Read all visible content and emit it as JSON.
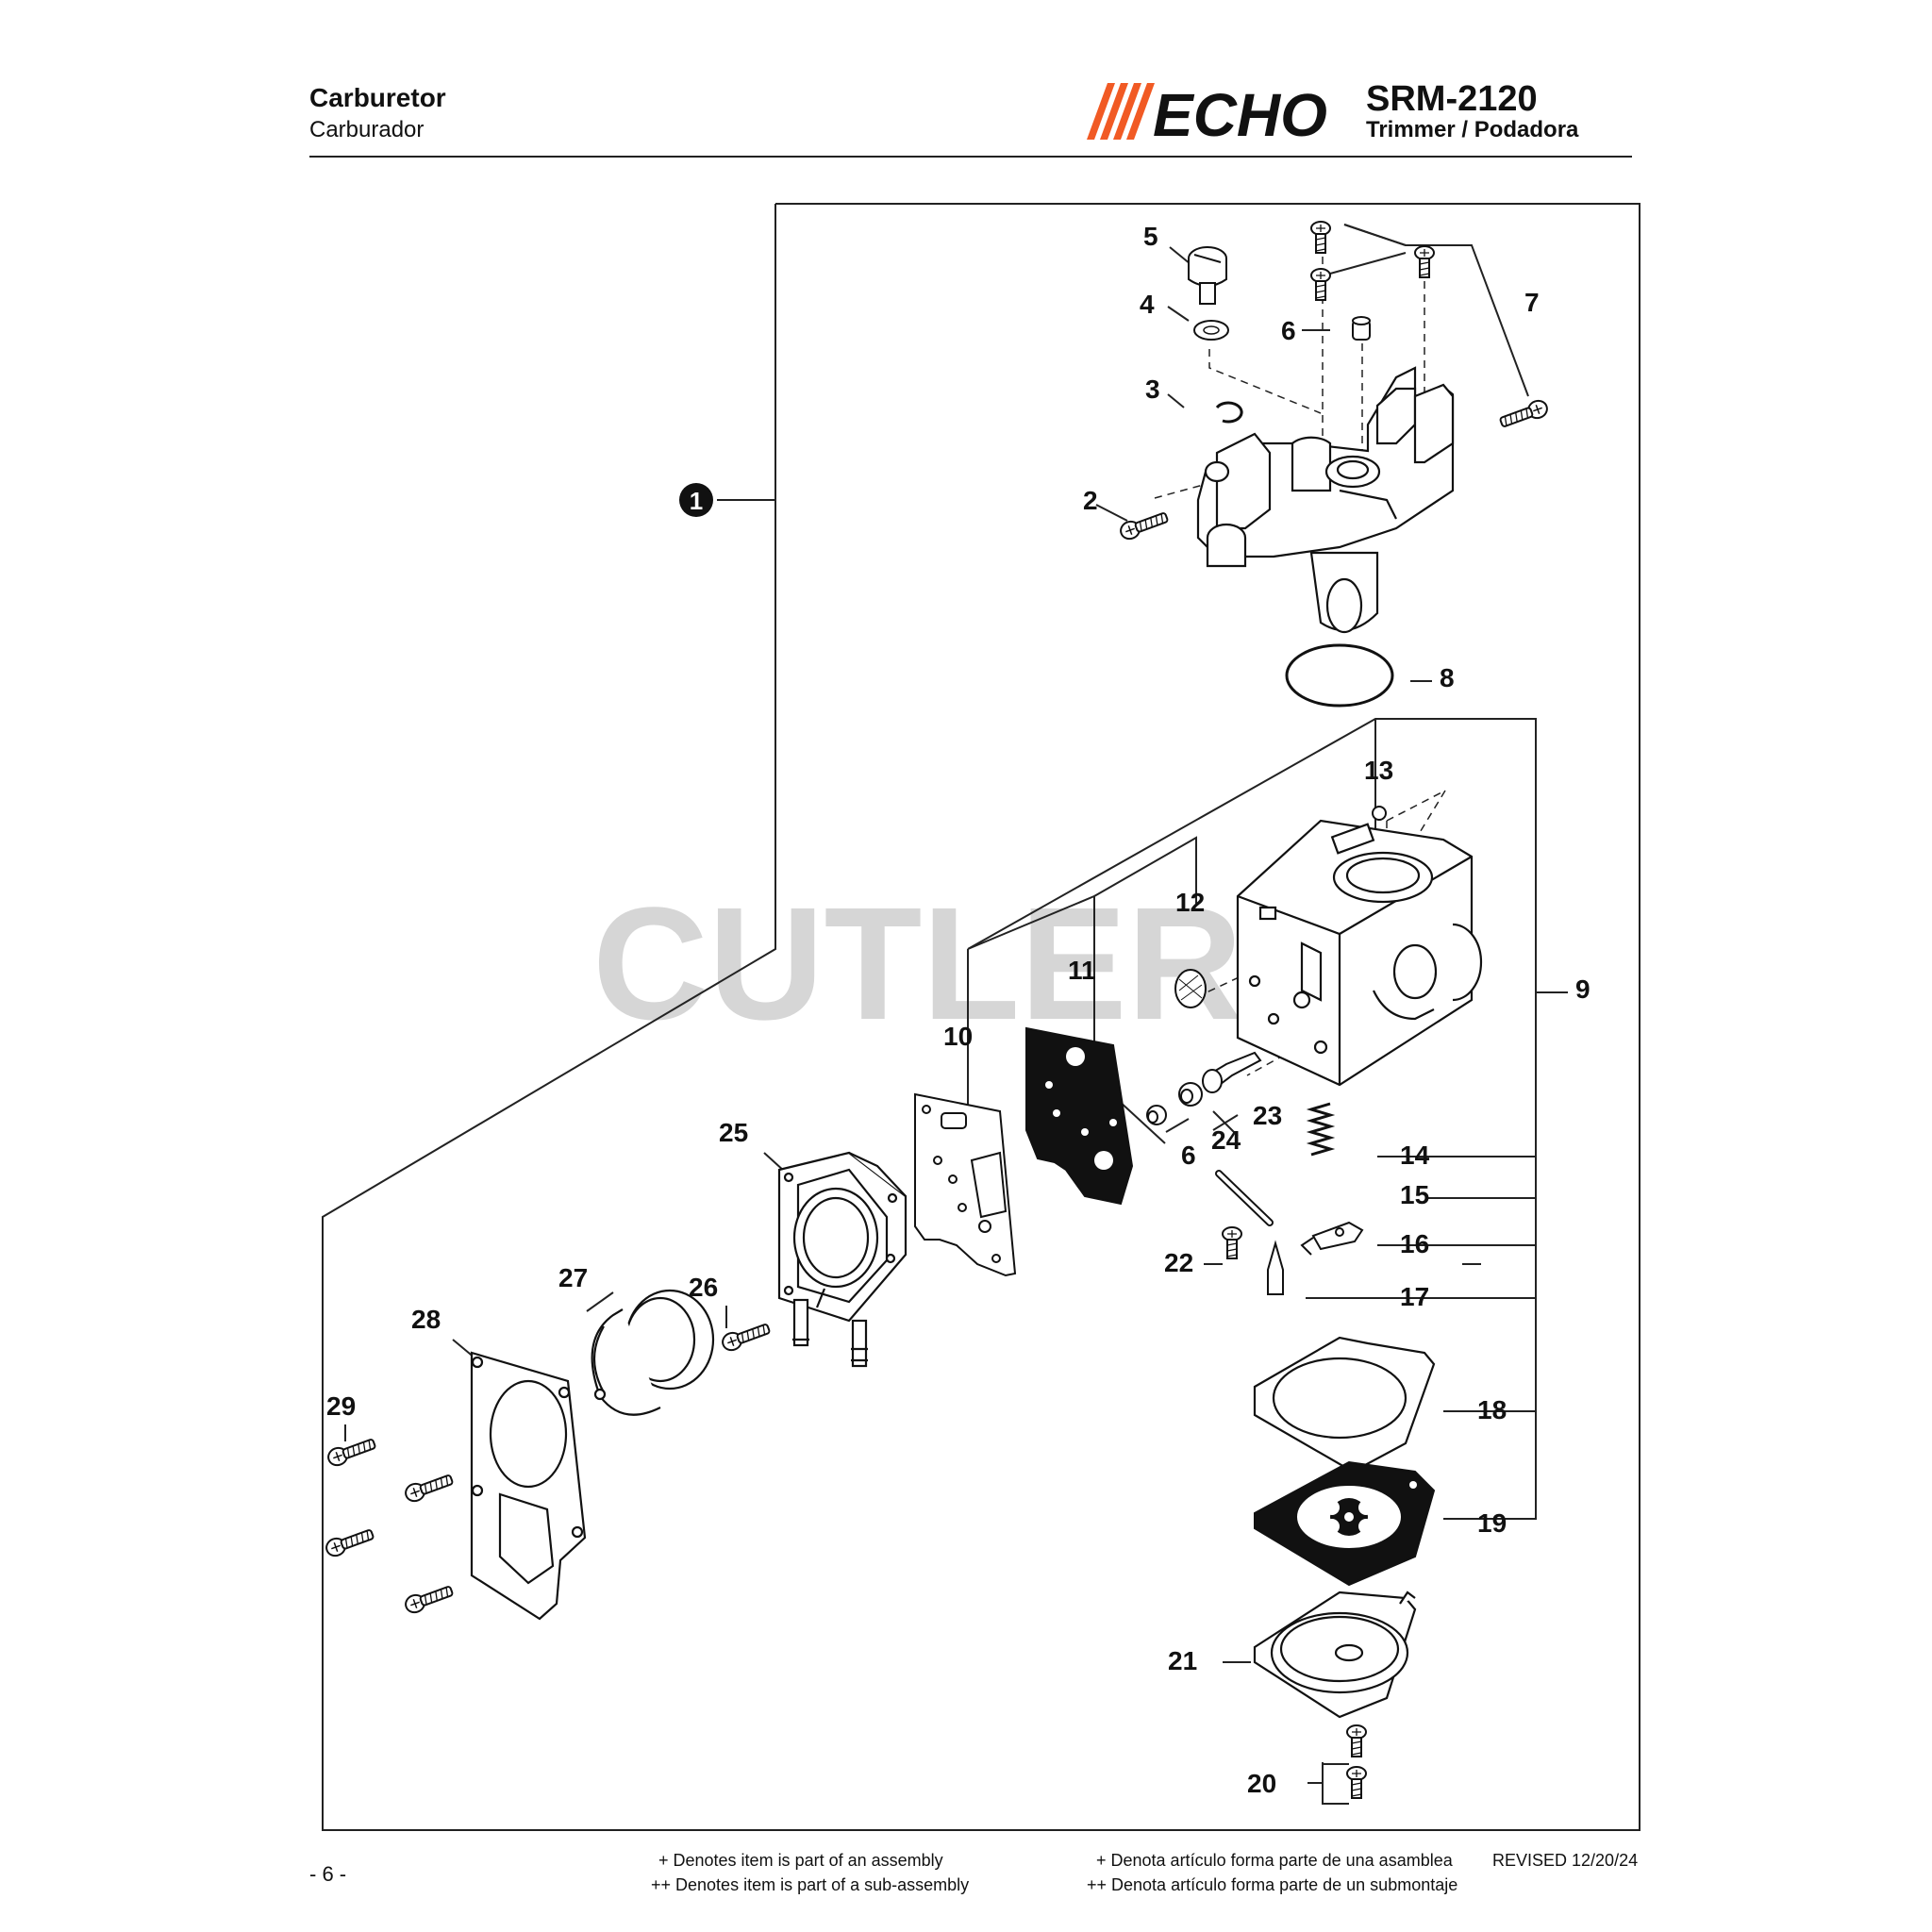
{
  "header": {
    "title": "Carburetor",
    "subtitle": "Carburador",
    "brand": "ECHO",
    "model": "SRM-2120",
    "model_description": "Trimmer / Podadora"
  },
  "watermark": "CUTLER'S",
  "callouts": {
    "c1": "1",
    "c2": "2",
    "c3": "3",
    "c4": "4",
    "c5": "5",
    "c6a": "6",
    "c6b": "6",
    "c7": "7",
    "c8": "8",
    "c9": "9",
    "c10": "10",
    "c11": "11",
    "c12": "12",
    "c13": "13",
    "c14": "14",
    "c15": "15",
    "c16": "16",
    "c17": "17",
    "c18": "18",
    "c19": "19",
    "c20": "20",
    "c21": "21",
    "c22": "22",
    "c23": "23",
    "c24": "24",
    "c25": "25",
    "c26": "26",
    "c27": "27",
    "c28": "28",
    "c29": "29"
  },
  "footer": {
    "page": "- 6 -",
    "note_en_1": "+ Denotes item is part of an assembly",
    "note_en_2": "++ Denotes item is part of a sub-assembly",
    "note_es_1": "+ Denota artículo forma parte de una asamblea",
    "note_es_2": "++ Denota artículo forma parte de un submontaje",
    "revised": "REVISED 12/20/24"
  },
  "colors": {
    "brand_orange": "#f15a24",
    "ink": "#111111",
    "watermark": "#d6d6d6"
  }
}
